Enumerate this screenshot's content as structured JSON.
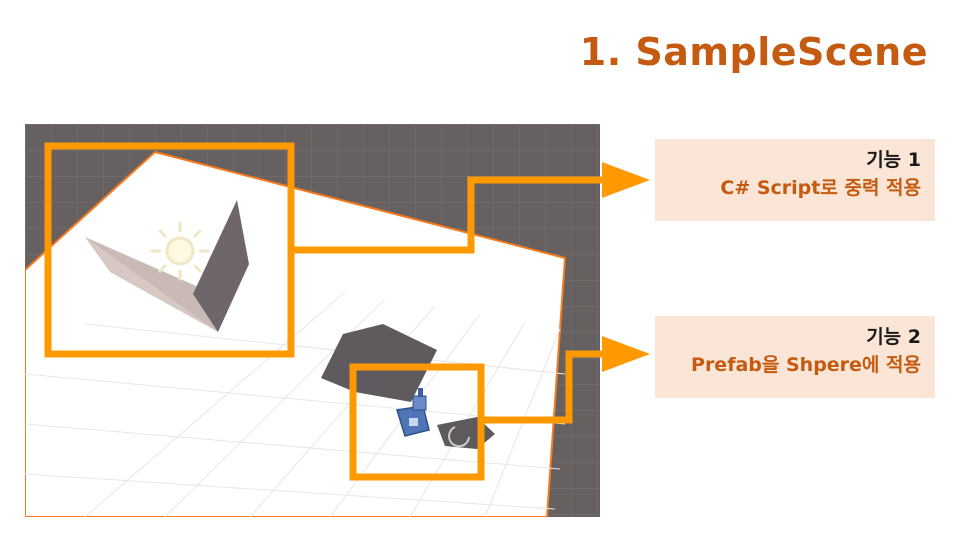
{
  "slide": {
    "title": "1. SampleScene"
  },
  "callouts": [
    {
      "title": "기능 1",
      "description": "C# Script로 중력 적용"
    },
    {
      "title": "기능 2",
      "description": "Prefab을 Shpere에 적용"
    }
  ],
  "scene": {
    "icons": [
      "sun-light-icon",
      "camera-gizmo-icon",
      "camera-frustum-icon"
    ]
  },
  "colors": {
    "accent_orange": "#ff9900",
    "title_orange": "#c55a11",
    "callout_bg": "#fbe5d6",
    "scene_bg": "#676060",
    "plane": "#ffffff",
    "plane_edge": "#f47a1f",
    "cube_light": "#d7c8c4",
    "cube_dark": "#6e6669",
    "shadow": "#5f5a5e",
    "camera_blue": "#4f75b8"
  }
}
